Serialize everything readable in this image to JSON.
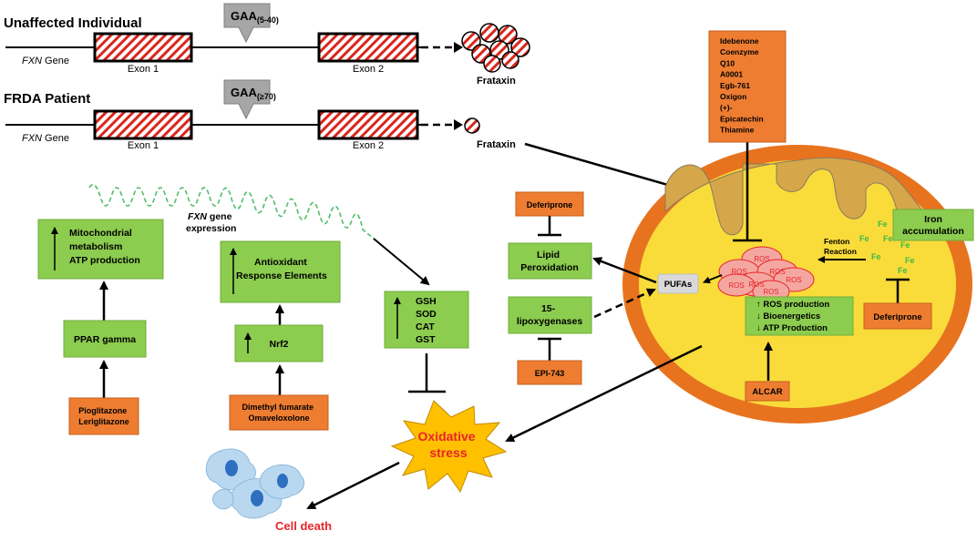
{
  "gene_rows": {
    "unaffected": {
      "title": "Unaffected Individual",
      "gene_label_italic": "FXN",
      "gene_label_rest": " Gene",
      "exon1": "Exon 1",
      "exon2": "Exon 2",
      "gaa_main": "GAA",
      "gaa_sub": "(5-40)",
      "product": "Frataxin"
    },
    "patient": {
      "title": "FRDA Patient",
      "gene_label_italic": "FXN",
      "gene_label_rest": " Gene",
      "exon1": "Exon 1",
      "exon2": "Exon 2",
      "gaa_main": "GAA",
      "gaa_sub": "(≥70)",
      "product": "Frataxin"
    }
  },
  "expression": {
    "line1_italic": "FXN",
    "line1_rest": " gene",
    "line2": "expression"
  },
  "pathways": {
    "mito_metabolism": [
      "Mitochondrial",
      "metabolism",
      "ATP production"
    ],
    "ppar": "PPAR gamma",
    "ppar_drugs": [
      "Pioglitazone",
      "Leriglitazone"
    ],
    "are": [
      "Antioxidant",
      "Response Elements"
    ],
    "nrf2": "Nrf2",
    "nrf2_drugs": [
      "Dimethyl fumarate",
      "Omaveloxolone"
    ],
    "enzymes": [
      "GSH",
      "SOD",
      "CAT",
      "GST"
    ],
    "deferiprone_top": "Deferiprone",
    "lipid_perox": [
      "Lipid",
      "Peroxidation"
    ],
    "lipoxygenases": [
      "15-",
      "lipoxygenases"
    ],
    "epi743": "EPI-743"
  },
  "mitochondrion": {
    "drug_list": [
      "Idebenone",
      "Coenzyme",
      "Q10",
      "A0001",
      "Egb-761",
      "Oxigon",
      "(+)-",
      "Epicatechin",
      "Thiamine"
    ],
    "ros": "ROS",
    "pufas": "PUFAs",
    "fenton": [
      "Fenton",
      "Reaction"
    ],
    "fe": "Fe",
    "iron_accum": [
      "Iron",
      "accumulation"
    ],
    "effects": [
      "↑ ROS production",
      "↓ Bioenergetics",
      "↓ ATP Production"
    ],
    "deferiprone_right": "Deferiprone",
    "alcar": "ALCAR"
  },
  "outcomes": {
    "oxidative": [
      "Oxidative",
      "stress"
    ],
    "cell_death": "Cell death"
  },
  "colors": {
    "green_box": "#8ccc4f",
    "green_border": "#6fae3a",
    "orange_box": "#ee7d32",
    "orange_border": "#c55f1b",
    "mito_outer": "#e8731f",
    "mito_inner": "#f9dc3a",
    "cristae": "#d5a64a",
    "ros_fill": "#f4a7a0",
    "ros_text": "#e8242b",
    "fe_green": "#3fb84a",
    "star_fill": "#ffc000",
    "red_text": "#e8242b",
    "hatch_red": "#d9261c",
    "cell_blue": "#b9d8f0"
  }
}
